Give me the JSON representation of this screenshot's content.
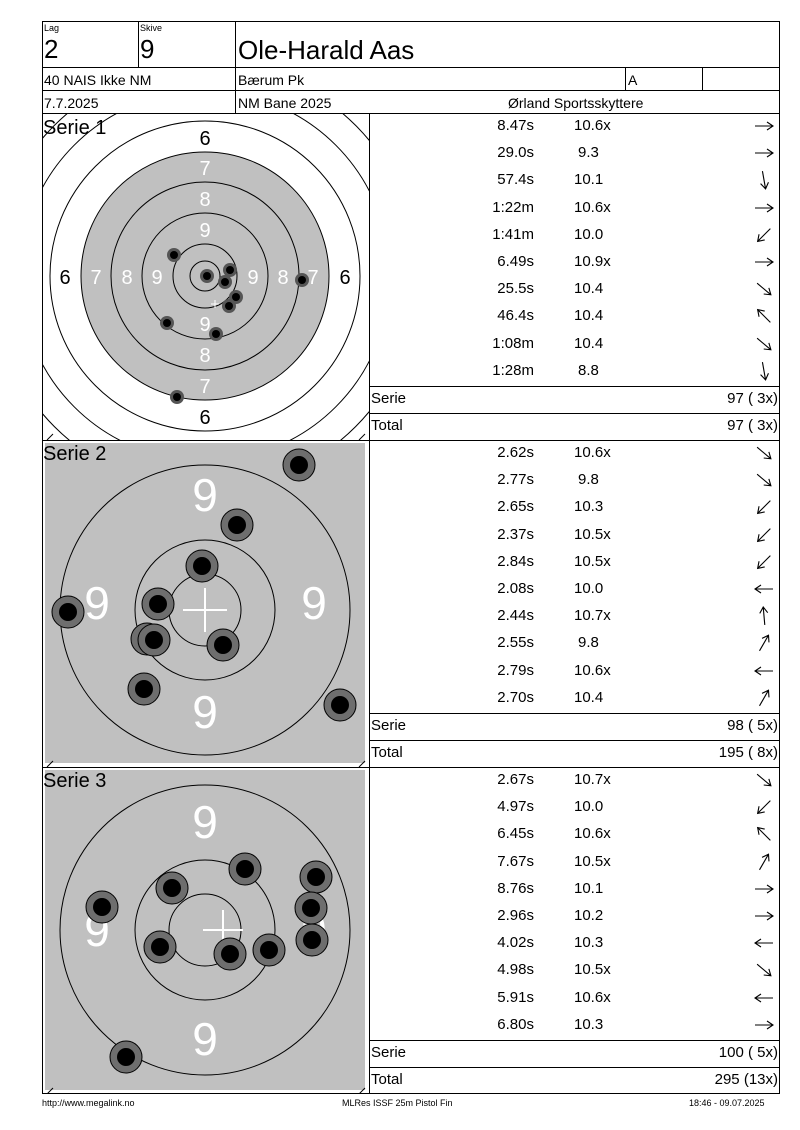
{
  "header": {
    "lag_label": "Lag",
    "lag_value": "2",
    "skive_label": "Skive",
    "skive_value": "9",
    "shooter_name": "Ole-Harald Aas",
    "class": "40 NAIS Ikke NM",
    "club": "Bærum Pk",
    "group": "A",
    "date": "7.7.2025",
    "event": "NM Bane 2025",
    "organizer": "Ørland Sportsskyttere"
  },
  "series": [
    {
      "title": "Serie 1",
      "target_type": "full",
      "ring_labels": [
        "6",
        "7",
        "8",
        "9"
      ],
      "shots": [
        {
          "time": "8.47s",
          "score": "10.6x",
          "dir": "right"
        },
        {
          "time": "29.0s",
          "score": "9.3",
          "dir": "right"
        },
        {
          "time": "57.4s",
          "score": "10.1",
          "dir": "down"
        },
        {
          "time": "1:22m",
          "score": "10.6x",
          "dir": "right"
        },
        {
          "time": "1:41m",
          "score": "10.0",
          "dir": "down-left"
        },
        {
          "time": "6.49s",
          "score": "10.9x",
          "dir": "right"
        },
        {
          "time": "25.5s",
          "score": "10.4",
          "dir": "down-right"
        },
        {
          "time": "46.4s",
          "score": "10.4",
          "dir": "up-left"
        },
        {
          "time": "1:08m",
          "score": "10.4",
          "dir": "down-right"
        },
        {
          "time": "1:28m",
          "score": "8.8",
          "dir": "down"
        }
      ],
      "serie_label": "Serie",
      "serie_value": "97 ( 3x)",
      "total_label": "Total",
      "total_value": "97 ( 3x)"
    },
    {
      "title": "Serie 2",
      "target_type": "zoom",
      "ring_labels": [
        "9"
      ],
      "shots": [
        {
          "time": "2.62s",
          "score": "10.6x",
          "dir": "down-right"
        },
        {
          "time": "2.77s",
          "score": "9.8",
          "dir": "down-right"
        },
        {
          "time": "2.65s",
          "score": "10.3",
          "dir": "down-left"
        },
        {
          "time": "2.37s",
          "score": "10.5x",
          "dir": "down-left"
        },
        {
          "time": "2.84s",
          "score": "10.5x",
          "dir": "down-left"
        },
        {
          "time": "2.08s",
          "score": "10.0",
          "dir": "left"
        },
        {
          "time": "2.44s",
          "score": "10.7x",
          "dir": "up"
        },
        {
          "time": "2.55s",
          "score": "9.8",
          "dir": "up-right"
        },
        {
          "time": "2.79s",
          "score": "10.6x",
          "dir": "left"
        },
        {
          "time": "2.70s",
          "score": "10.4",
          "dir": "up-right"
        }
      ],
      "serie_label": "Serie",
      "serie_value": "98 ( 5x)",
      "total_label": "Total",
      "total_value": "195 ( 8x)"
    },
    {
      "title": "Serie 3",
      "target_type": "zoom",
      "ring_labels": [
        "9"
      ],
      "shots": [
        {
          "time": "2.67s",
          "score": "10.7x",
          "dir": "down-right"
        },
        {
          "time": "4.97s",
          "score": "10.0",
          "dir": "down-left"
        },
        {
          "time": "6.45s",
          "score": "10.6x",
          "dir": "up-left"
        },
        {
          "time": "7.67s",
          "score": "10.5x",
          "dir": "up-right"
        },
        {
          "time": "8.76s",
          "score": "10.1",
          "dir": "right"
        },
        {
          "time": "2.96s",
          "score": "10.2",
          "dir": "right"
        },
        {
          "time": "4.02s",
          "score": "10.3",
          "dir": "left"
        },
        {
          "time": "4.98s",
          "score": "10.5x",
          "dir": "down-right"
        },
        {
          "time": "5.91s",
          "score": "10.6x",
          "dir": "left"
        },
        {
          "time": "6.80s",
          "score": "10.3",
          "dir": "right"
        }
      ],
      "serie_label": "Serie",
      "serie_value": "100 ( 5x)",
      "total_label": "Total",
      "total_value": "295 (13x)"
    }
  ],
  "footer": {
    "left": "http://www.megalink.no",
    "center": "MLRes ISSF 25m Pistol Fin",
    "right": "18:46 - 09.07.2025"
  }
}
